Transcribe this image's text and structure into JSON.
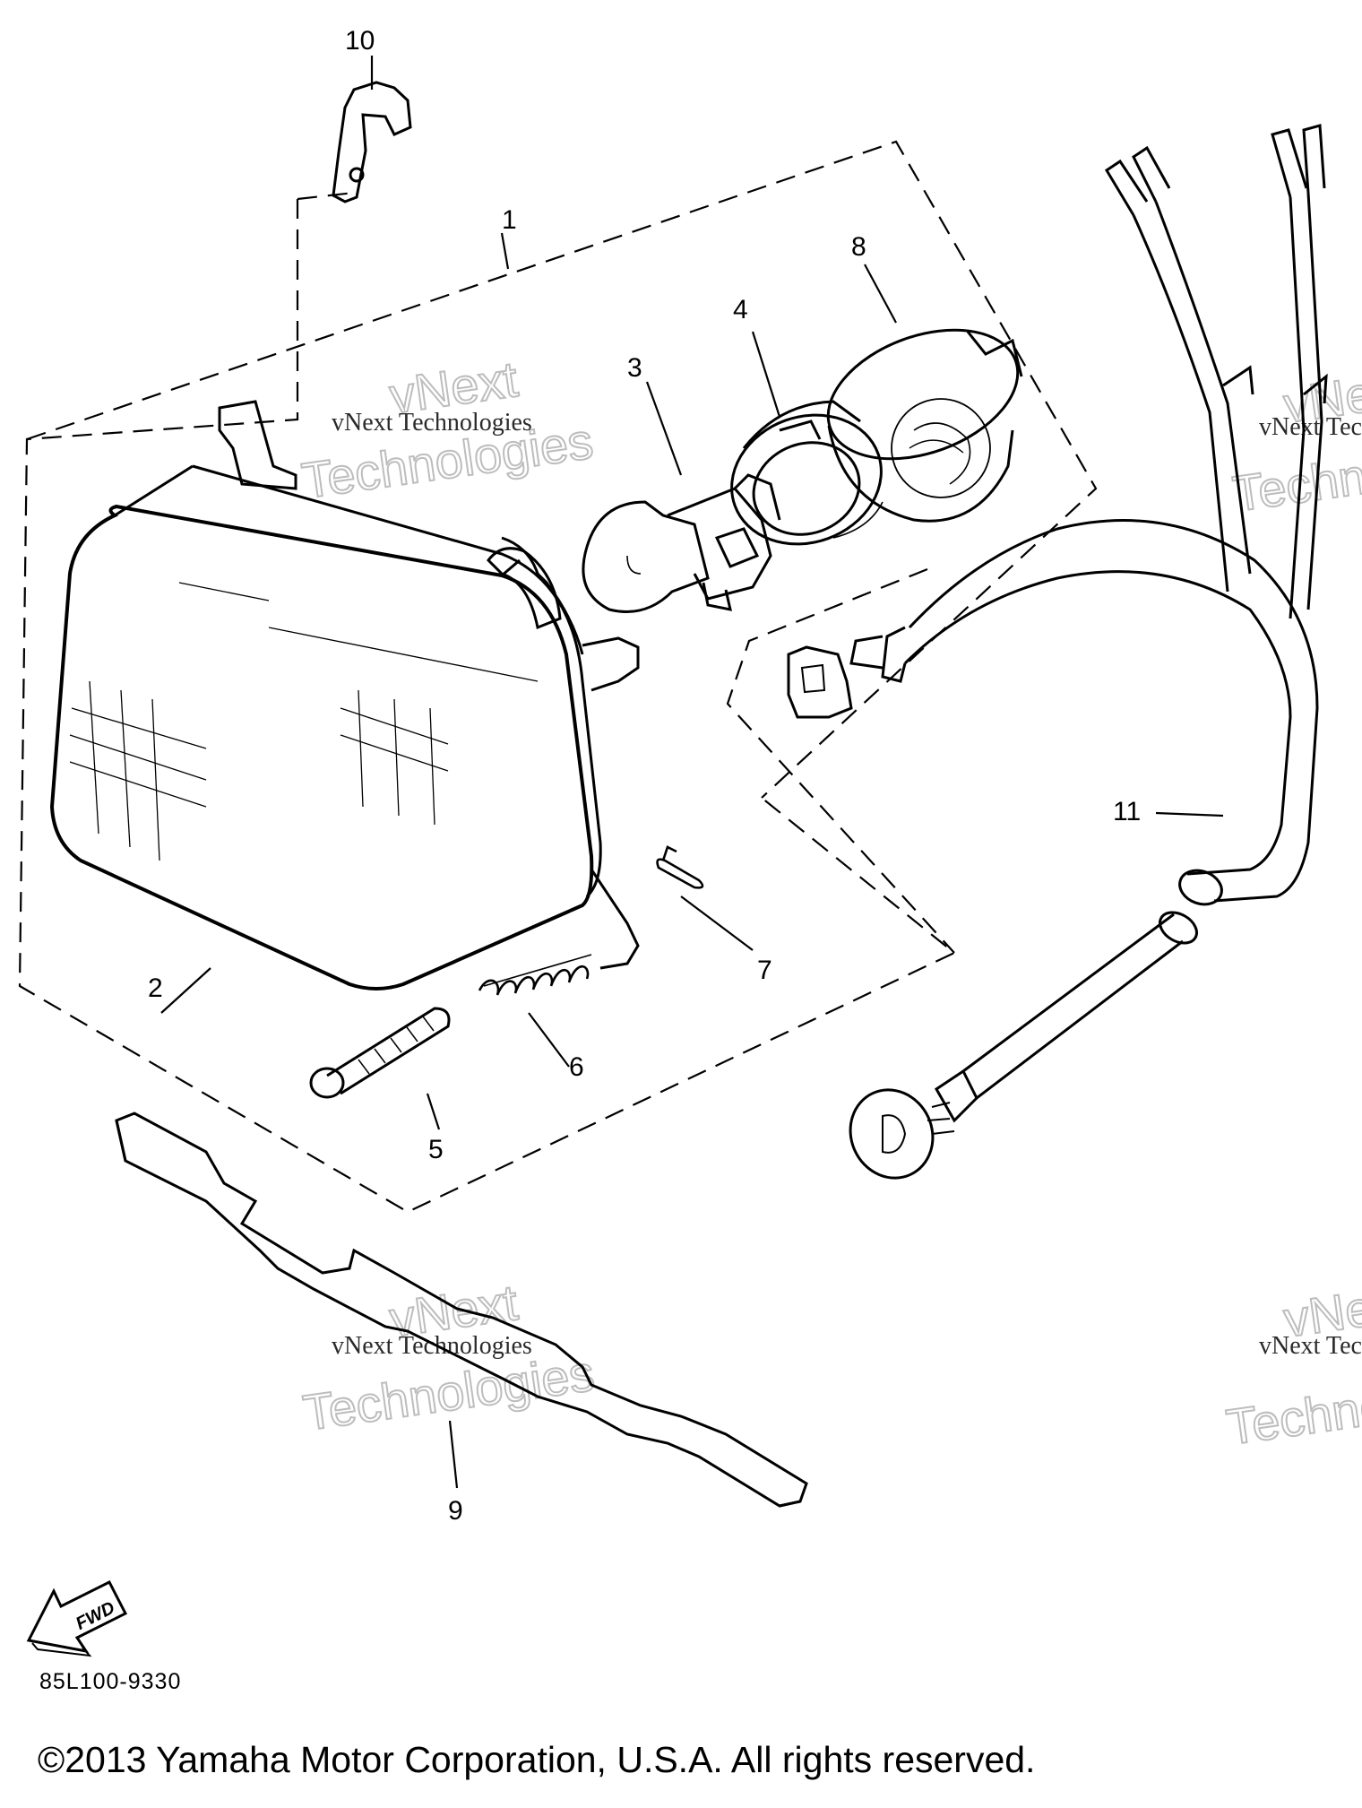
{
  "callouts": [
    {
      "id": "1",
      "text": "1"
    },
    {
      "id": "2",
      "text": "2"
    },
    {
      "id": "3",
      "text": "3"
    },
    {
      "id": "4",
      "text": "4"
    },
    {
      "id": "5",
      "text": "5"
    },
    {
      "id": "6",
      "text": "6"
    },
    {
      "id": "7",
      "text": "7"
    },
    {
      "id": "8",
      "text": "8"
    },
    {
      "id": "9",
      "text": "9"
    },
    {
      "id": "10",
      "text": "10"
    },
    {
      "id": "11",
      "text": "11"
    }
  ],
  "fwd_label": "FWD",
  "drawing_code": "85L100-9330",
  "copyright": "©2013 Yamaha Motor Corporation, U.S.A. All rights reserved.",
  "watermark": {
    "line": "vNext Technologies",
    "word_top": "vNext",
    "word_bottom": "Technologies"
  }
}
